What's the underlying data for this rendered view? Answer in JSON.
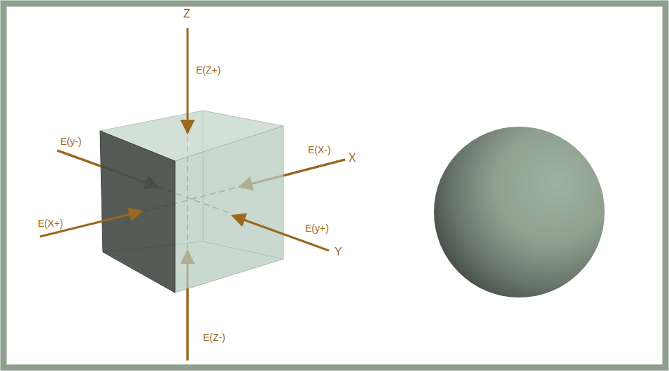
{
  "diagram": {
    "labels": [
      "Z",
      "E(Z+)",
      "E(y-)",
      "E(X-)",
      "X",
      "E(X+)",
      "E(y+)",
      "Y",
      "E(Z-)"
    ]
  }
}
